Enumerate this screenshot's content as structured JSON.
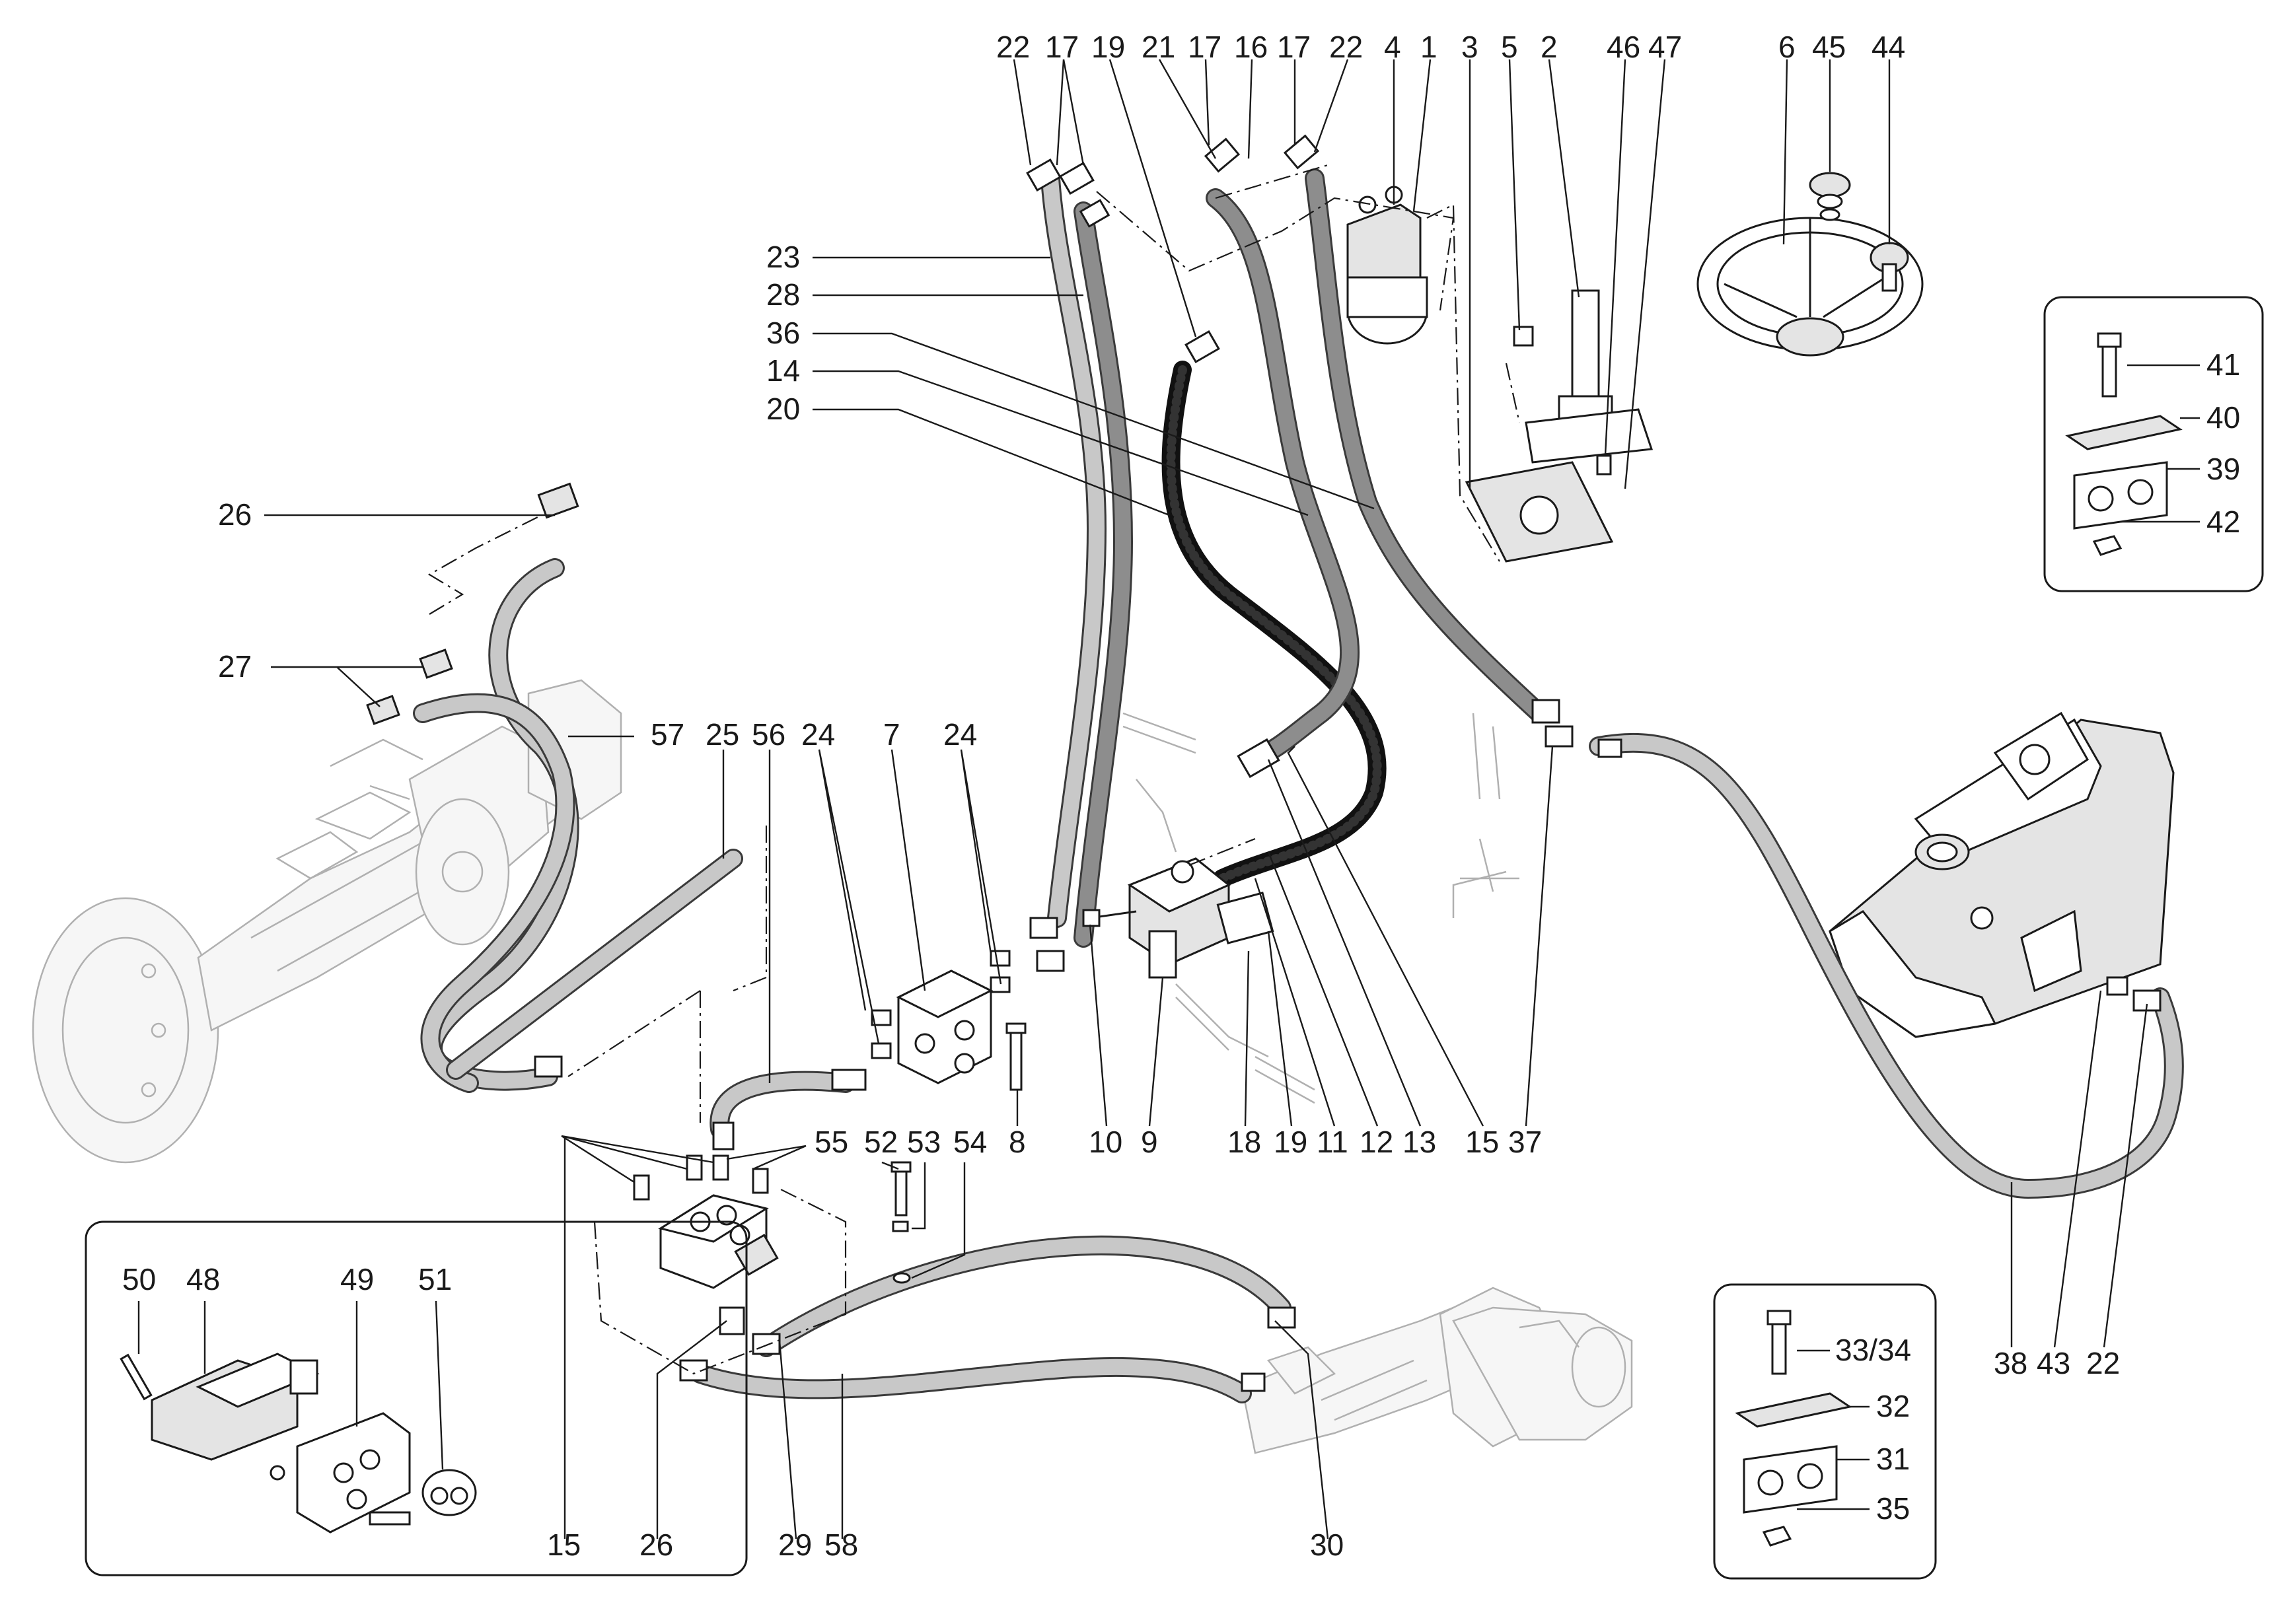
{
  "callouts": [
    {
      "id": "top-22a",
      "text": "22"
    },
    {
      "id": "top-17a",
      "text": "17"
    },
    {
      "id": "top-19",
      "text": "19"
    },
    {
      "id": "top-21",
      "text": "21"
    },
    {
      "id": "top-17b",
      "text": "17"
    },
    {
      "id": "top-16",
      "text": "16"
    },
    {
      "id": "top-17c",
      "text": "17"
    },
    {
      "id": "top-22b",
      "text": "22"
    },
    {
      "id": "top-4",
      "text": "4"
    },
    {
      "id": "top-1",
      "text": "1"
    },
    {
      "id": "top-3",
      "text": "3"
    },
    {
      "id": "top-5",
      "text": "5"
    },
    {
      "id": "top-2",
      "text": "2"
    },
    {
      "id": "top-46",
      "text": "46"
    },
    {
      "id": "top-47",
      "text": "47"
    },
    {
      "id": "top-6",
      "text": "6"
    },
    {
      "id": "top-45",
      "text": "45"
    },
    {
      "id": "top-44",
      "text": "44"
    },
    {
      "id": "left-23",
      "text": "23"
    },
    {
      "id": "left-28",
      "text": "28"
    },
    {
      "id": "left-36",
      "text": "36"
    },
    {
      "id": "left-14",
      "text": "14"
    },
    {
      "id": "left-20",
      "text": "20"
    },
    {
      "id": "left-26",
      "text": "26"
    },
    {
      "id": "left-27",
      "text": "27"
    },
    {
      "id": "mid-57",
      "text": "57"
    },
    {
      "id": "mid-25",
      "text": "25"
    },
    {
      "id": "mid-56",
      "text": "56"
    },
    {
      "id": "mid-24a",
      "text": "24"
    },
    {
      "id": "mid-7",
      "text": "7"
    },
    {
      "id": "mid-24b",
      "text": "24"
    },
    {
      "id": "row-8",
      "text": "8"
    },
    {
      "id": "row-10",
      "text": "10"
    },
    {
      "id": "row-9",
      "text": "9"
    },
    {
      "id": "row-18",
      "text": "18"
    },
    {
      "id": "row-19",
      "text": "19"
    },
    {
      "id": "row-11",
      "text": "11"
    },
    {
      "id": "row-12",
      "text": "12"
    },
    {
      "id": "row-13",
      "text": "13"
    },
    {
      "id": "row-15",
      "text": "15"
    },
    {
      "id": "row-37",
      "text": "37"
    },
    {
      "id": "mid-55",
      "text": "55"
    },
    {
      "id": "mid-52",
      "text": "52"
    },
    {
      "id": "mid-53",
      "text": "53"
    },
    {
      "id": "mid-54",
      "text": "54"
    },
    {
      "id": "kit-41",
      "text": "41"
    },
    {
      "id": "kit-40",
      "text": "40"
    },
    {
      "id": "kit-39",
      "text": "39"
    },
    {
      "id": "kit-42",
      "text": "42"
    },
    {
      "id": "box-50",
      "text": "50"
    },
    {
      "id": "box-48",
      "text": "48"
    },
    {
      "id": "box-49",
      "text": "49"
    },
    {
      "id": "box-51",
      "text": "51"
    },
    {
      "id": "kit-3334",
      "text": "33/34"
    },
    {
      "id": "kit-32",
      "text": "32"
    },
    {
      "id": "kit-31",
      "text": "31"
    },
    {
      "id": "kit-35",
      "text": "35"
    },
    {
      "id": "bot-15",
      "text": "15"
    },
    {
      "id": "bot-26",
      "text": "26"
    },
    {
      "id": "bot-29",
      "text": "29"
    },
    {
      "id": "bot-58",
      "text": "58"
    },
    {
      "id": "bot-30",
      "text": "30"
    },
    {
      "id": "right-38",
      "text": "38"
    },
    {
      "id": "right-43",
      "text": "43"
    },
    {
      "id": "right-22",
      "text": "22"
    }
  ],
  "colors": {
    "line": "#1a1a1a",
    "hose_light": "#c8c8c8",
    "hose_mid": "#8d8d8d",
    "hose_dark": "#111111",
    "ghost_parts": "#b0b0b0"
  }
}
